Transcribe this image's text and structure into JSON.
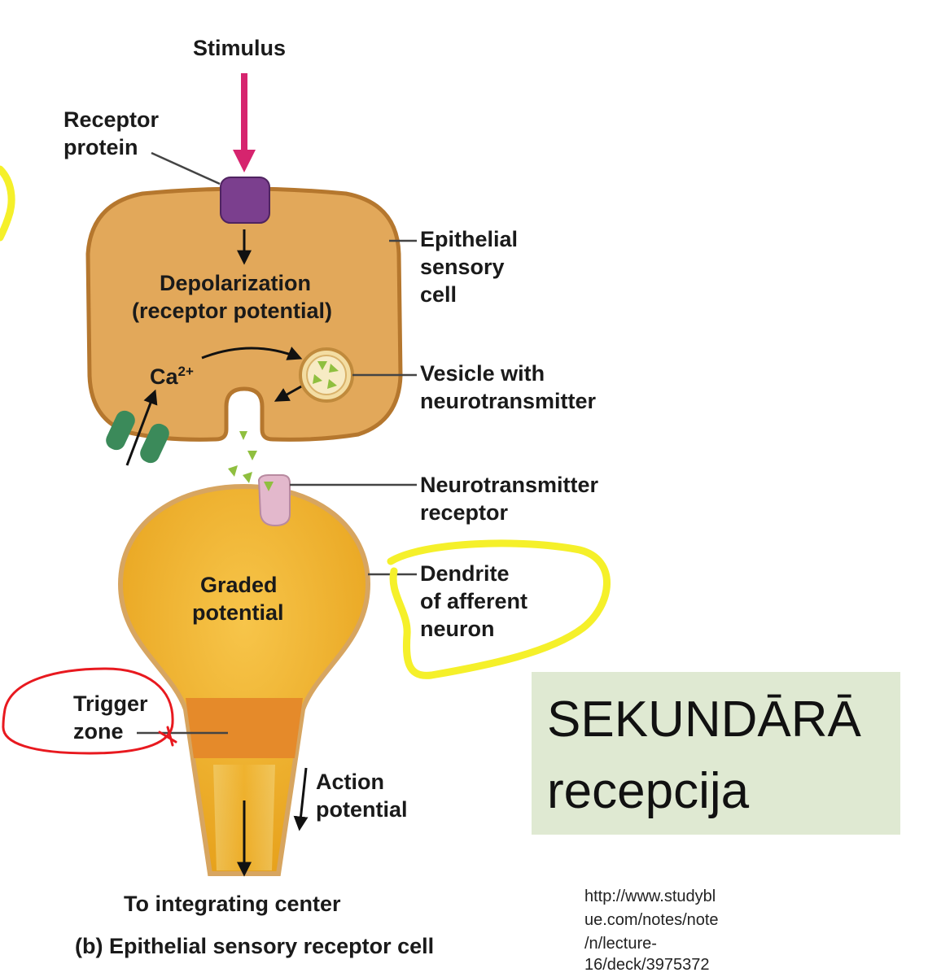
{
  "labels": {
    "stimulus": "Stimulus",
    "receptor_protein": [
      "Receptor",
      "protein"
    ],
    "depolarization": [
      "Depolarization",
      "(receptor potential)"
    ],
    "ca": "Ca",
    "ca_sup": "2+",
    "epithelial_sensory_cell": [
      "Epithelial",
      "sensory",
      "cell"
    ],
    "vesicle": [
      "Vesicle with",
      "neurotransmitter"
    ],
    "nt_receptor": [
      "Neurotransmitter",
      "receptor"
    ],
    "graded_potential": [
      "Graded",
      "potential"
    ],
    "dendrite": [
      "Dendrite",
      "of afferent",
      "neuron"
    ],
    "trigger_zone": [
      "Trigger",
      "zone"
    ],
    "action_potential": [
      "Action",
      "potential"
    ],
    "to_integrating_center": "To integrating center",
    "caption_prefix": "(b)",
    "caption": "Epithelial sensory receptor cell"
  },
  "overlay": {
    "lines": [
      "SEKUNDĀRĀ",
      "recepcija"
    ]
  },
  "source_url": [
    "http://www.studybl",
    "ue.com/notes/note",
    "/n/lecture-",
    "16/deck/3975372"
  ],
  "colors": {
    "cell_fill": "#e2a85a",
    "cell_edge": "#b5772e",
    "dendrite_fill": "#f0b32e",
    "trigger_zone": "#e58a2a",
    "stimulus_arrow": "#d6246e",
    "receptor_protein": "#7b3f8e",
    "ion_channel": "#3b8a5a",
    "nt_receptor": "#e3b8cc",
    "neurotransmitter": "#8fbf3f",
    "highlight_yellow": "#f5f02a",
    "highlight_red": "#e8191f",
    "overlay_box": "#dfe9d2"
  }
}
